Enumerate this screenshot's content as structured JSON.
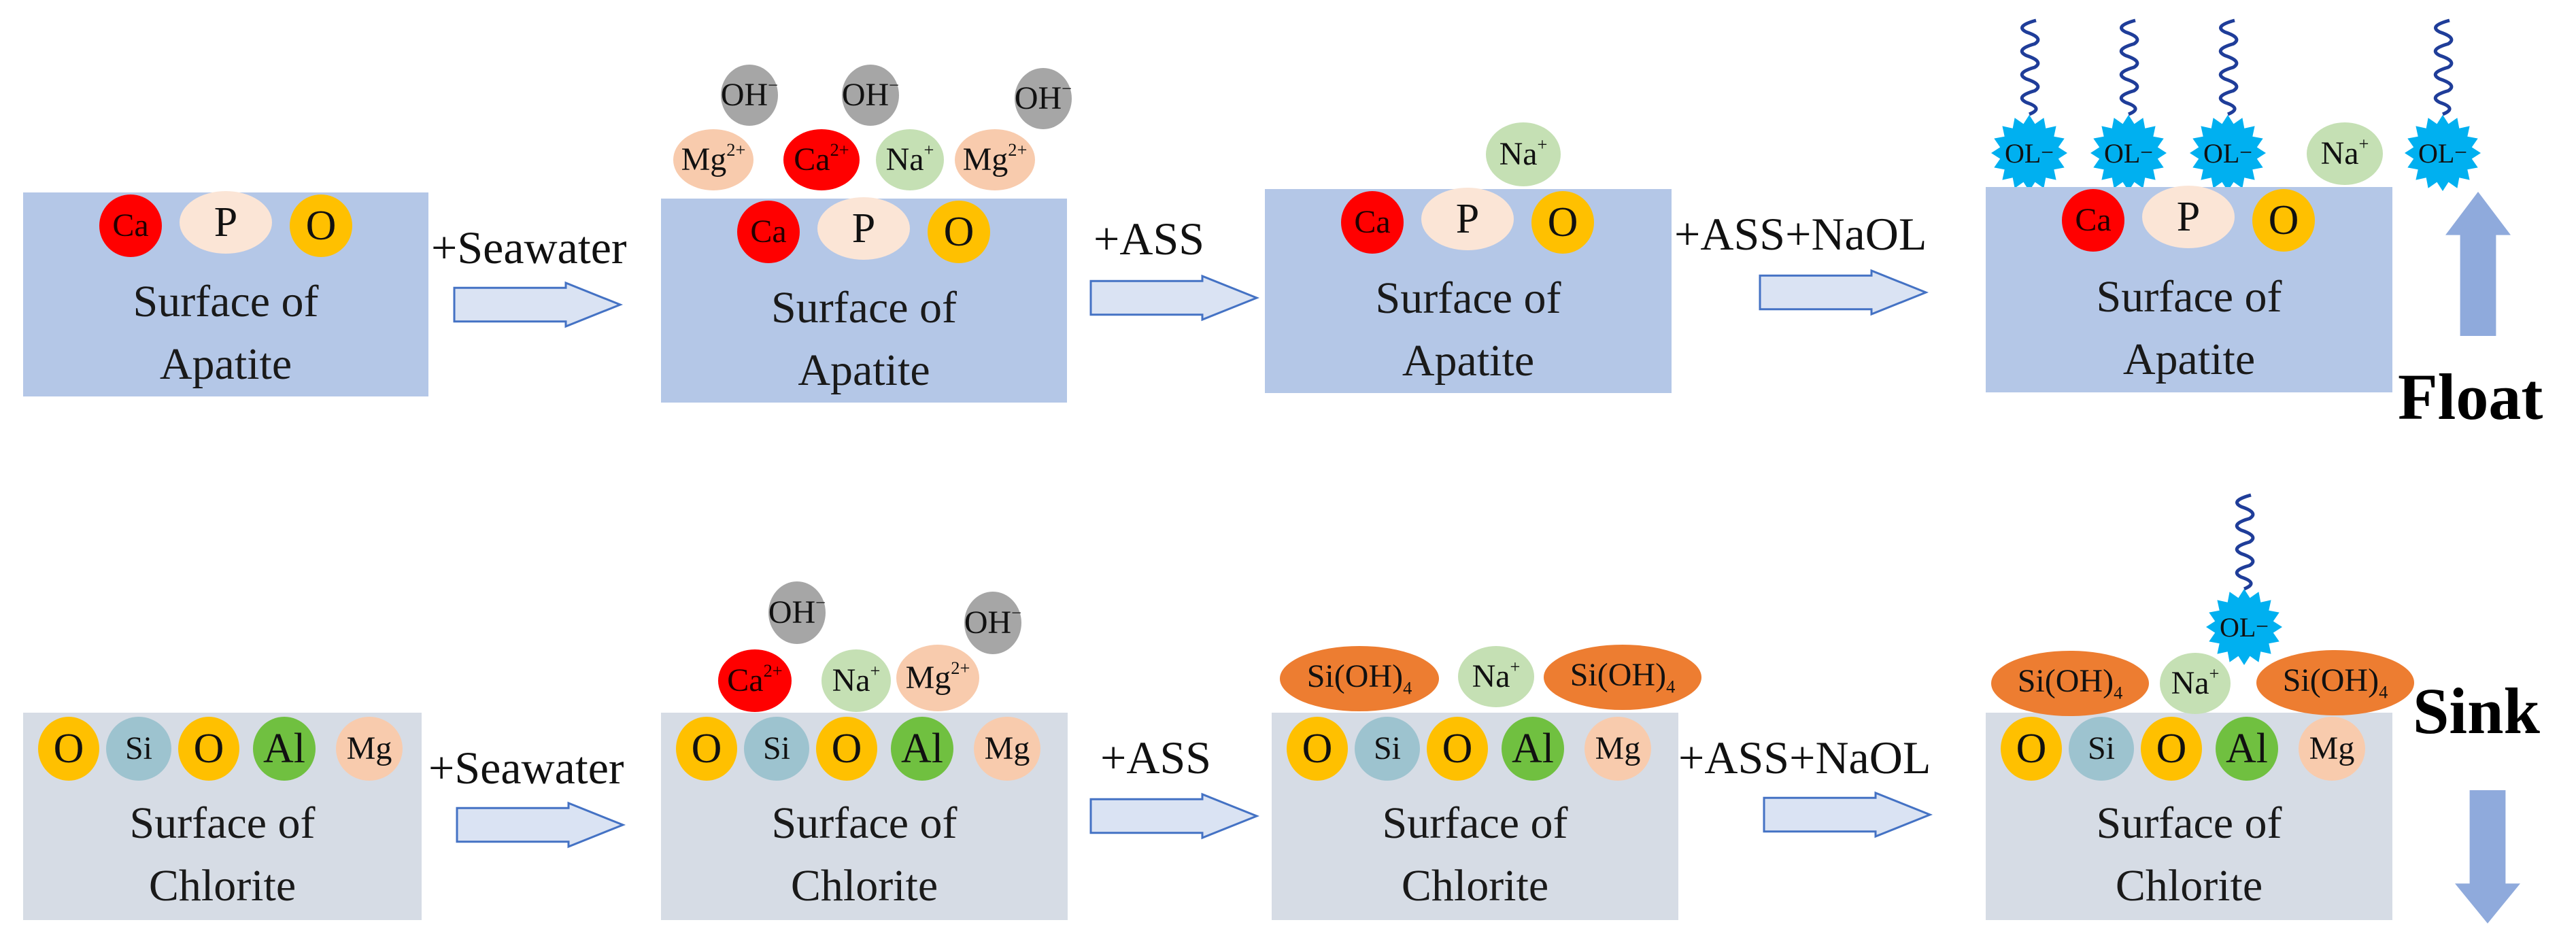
{
  "diagram": {
    "steps": {
      "seawater": "+Seawater",
      "ass": "+ASS",
      "ass_naol": "+ASS+NaOL"
    },
    "results": {
      "float": "Float",
      "sink": "Sink"
    },
    "apatite_label": [
      "Surface of",
      "Apatite"
    ],
    "chlorite_label": [
      "Surface of",
      "Chlorite"
    ],
    "ions": {
      "ca": "Ca",
      "p": "P",
      "o": "O",
      "si": "Si",
      "al": "Al",
      "mg": "Mg",
      "oh": "OH",
      "oh_sup": "−",
      "mg2": "Mg",
      "mg2_sup": "2+",
      "ca2": "Ca",
      "ca2_sup": "2+",
      "na": "Na",
      "na_sup": "+",
      "sioh4": "Si(OH)",
      "sioh4_sub": "4",
      "ol": "OL",
      "ol_sup": "−"
    },
    "colors": {
      "apatite_surface": "#b4c7e7",
      "chlorite_surface": "#d6dce5",
      "ca": "#ff0000",
      "p": "#fbe5d6",
      "o": "#ffc000",
      "si": "#9dc3cf",
      "al": "#70c040",
      "mg": "#f8cbad",
      "oh": "#a6a6a6",
      "na": "#c5e0b4",
      "sioh4": "#ed7d31",
      "collector": "#00b0f0",
      "arrow_fill": "#dae3f3",
      "arrow_stroke": "#4472c4",
      "float_arrow": "#8faadc"
    }
  }
}
